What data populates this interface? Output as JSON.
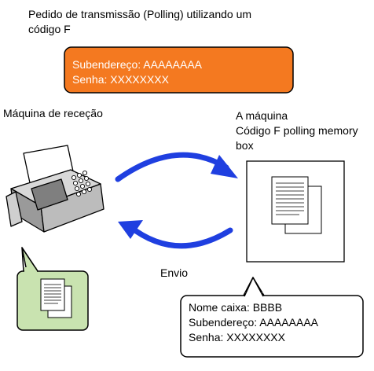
{
  "header": {
    "line1": "Pedido de transmissão (Polling) utilizando um",
    "line2": "código F"
  },
  "request_box": {
    "line1": "Subendereço: AAAAAAAA",
    "line2": "Senha: XXXXXXXX"
  },
  "receiving_machine": {
    "label": "Máquina de receção"
  },
  "target_machine": {
    "line1": "A máquina",
    "line2": "Código F polling memory",
    "line3": "box"
  },
  "send": {
    "label": "Envio"
  },
  "info_balloon": {
    "line1": "Nome caixa: BBBB",
    "line2": "Subendereço: AAAAAAAA",
    "line3": "Senha: XXXXXXXX"
  },
  "colors": {
    "request_fill": "#f47920",
    "arrow": "#1f3fe0",
    "document_balloon": "#c9e3b0"
  },
  "icons": {
    "fax": "fax-machine-icon",
    "documents": "document-stack-icon",
    "arrow": "curved-arrow-icon"
  }
}
